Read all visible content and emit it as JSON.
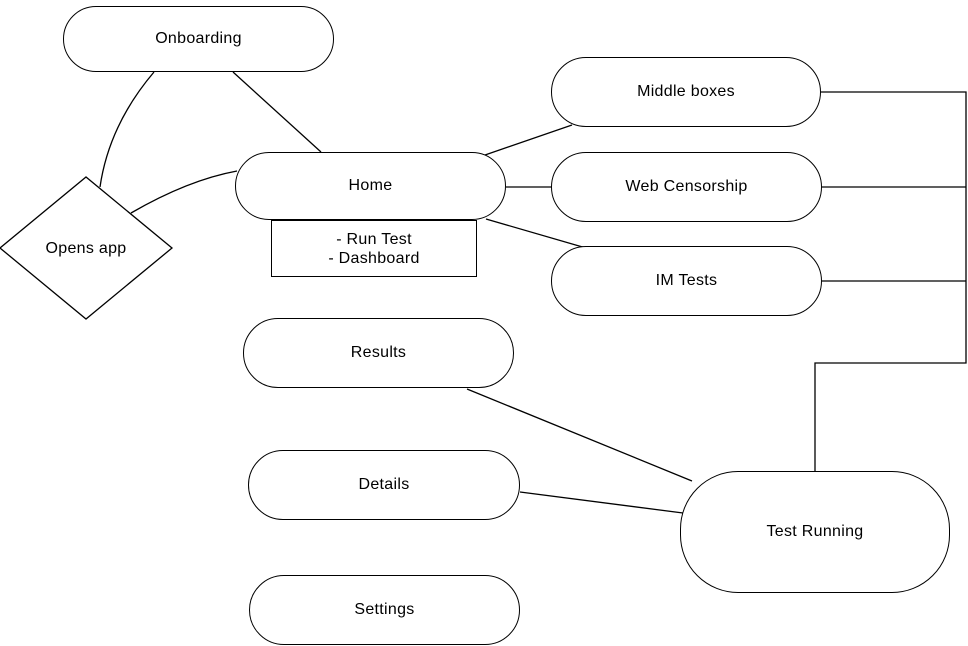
{
  "diagram": {
    "background_color": "#ffffff",
    "stroke_color": "#000000",
    "text_color": "#000000",
    "nodes": {
      "onboarding": {
        "label": "Onboarding",
        "shape": "rounded"
      },
      "opens_app": {
        "label": "Opens app",
        "shape": "diamond"
      },
      "home": {
        "label": "Home",
        "shape": "rounded"
      },
      "home_note": {
        "shape": "rectangle",
        "lines": [
          "- Run Test",
          "- Dashboard"
        ]
      },
      "middle_boxes": {
        "label": "Middle boxes",
        "shape": "rounded"
      },
      "web_censorship": {
        "label": "Web Censorship",
        "shape": "rounded"
      },
      "im_tests": {
        "label": "IM Tests",
        "shape": "rounded"
      },
      "results": {
        "label": "Results",
        "shape": "rounded"
      },
      "details": {
        "label": "Details",
        "shape": "rounded"
      },
      "settings": {
        "label": "Settings",
        "shape": "rounded"
      },
      "test_running": {
        "label": "Test Running",
        "shape": "rounded"
      }
    },
    "edges": [
      {
        "from": "Onboarding",
        "to": "Opens app",
        "style": "curved"
      },
      {
        "from": "Onboarding",
        "to": "Home",
        "style": "straight"
      },
      {
        "from": "Opens app",
        "to": "Home",
        "style": "curved"
      },
      {
        "from": "Home",
        "to": "Middle boxes",
        "style": "straight"
      },
      {
        "from": "Home",
        "to": "Web Censorship",
        "style": "straight"
      },
      {
        "from": "Home",
        "to": "IM Tests",
        "style": "straight"
      },
      {
        "from": "Middle boxes",
        "to": "Test Running",
        "style": "orthogonal"
      },
      {
        "from": "Web Censorship",
        "to": "Test Running",
        "style": "orthogonal"
      },
      {
        "from": "IM Tests",
        "to": "Test Running",
        "style": "orthogonal"
      },
      {
        "from": "Results",
        "to": "Test Running",
        "style": "straight"
      },
      {
        "from": "Details",
        "to": "Test Running",
        "style": "straight"
      }
    ]
  }
}
